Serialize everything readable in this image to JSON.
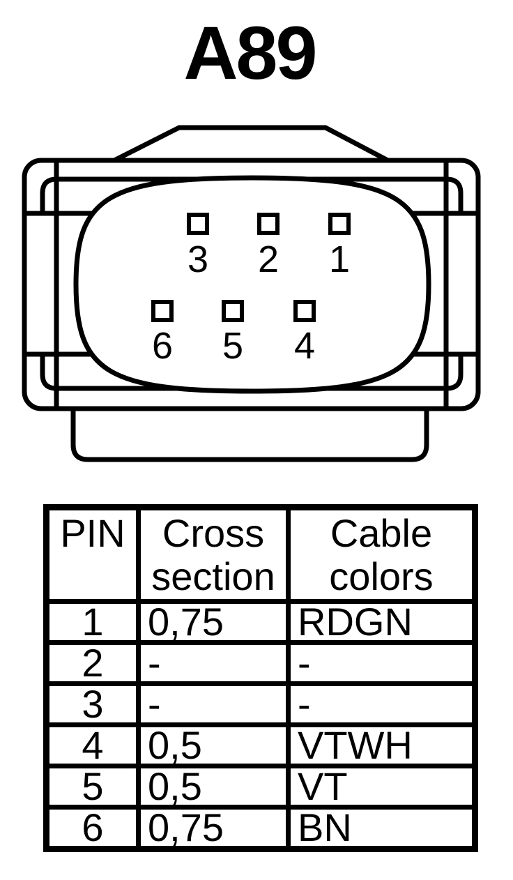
{
  "title": "A89",
  "colors": {
    "ink": "#000000",
    "background": "#ffffff"
  },
  "connector": {
    "type": "6-pin connector face view",
    "pin_labels_top_row": [
      "3",
      "2",
      "1"
    ],
    "pin_labels_bottom_row": [
      "6",
      "5",
      "4"
    ]
  },
  "table": {
    "headers": {
      "pin": "PIN",
      "cross_section": "Cross section",
      "cable_colors": "Cable colors"
    },
    "rows": [
      {
        "pin": "1",
        "cross_section": "0,75",
        "cable_color": "RDGN"
      },
      {
        "pin": "2",
        "cross_section": "-",
        "cable_color": "-"
      },
      {
        "pin": "3",
        "cross_section": "-",
        "cable_color": "-"
      },
      {
        "pin": "4",
        "cross_section": "0,5",
        "cable_color": "VTWH"
      },
      {
        "pin": "5",
        "cross_section": "0,5",
        "cable_color": "VT"
      },
      {
        "pin": "6",
        "cross_section": "0,75",
        "cable_color": "BN"
      }
    ]
  }
}
